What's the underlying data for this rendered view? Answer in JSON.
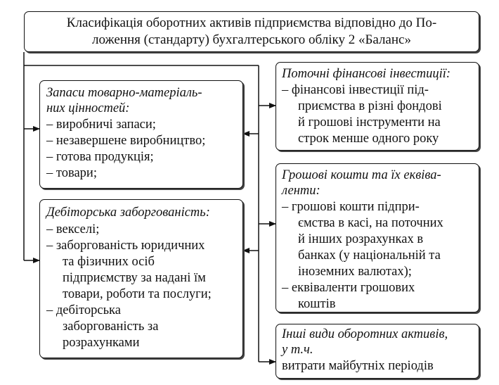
{
  "title": {
    "line1": "Класифікація оборотних активів підприємства відповідно до По-",
    "line2": "ложення (стандарту) бухгалтерського обліку 2 «Баланс»"
  },
  "boxes": {
    "inventories": {
      "heading": [
        "Запаси товарно-матеріаль-",
        "них цінностей:"
      ],
      "items": [
        "– виробничі запаси;",
        "– незавершене виробництво;",
        "– готова продукція;",
        "– товари;"
      ]
    },
    "receivables": {
      "heading": "Дебіторська заборгованість:",
      "lines": [
        "– векселі;",
        "– заборгованість юридичних",
        "та фізичних осіб",
        "підприємству за надані їм",
        "товари, роботи та послуги;",
        "– дебіторська",
        "заборгованість за",
        "розрахунками"
      ]
    },
    "investments": {
      "heading": "Поточні фінансові інвестиції:",
      "lines": [
        "– фінансові інвестиції під-",
        "приємства в різні фондові",
        "й грошові інструменти на",
        "строк менше одного року"
      ]
    },
    "cash": {
      "heading": [
        "Грошові кошти та їх еквіва-",
        "ленти:"
      ],
      "lines": [
        "– грошові кошти підпри-",
        "ємства в касі, на поточних",
        "й інших розрахунках в",
        "банках (у національній та",
        "іноземних валютах);",
        "– еквіваленти грошових",
        "коштів"
      ]
    },
    "other": {
      "heading": [
        "Інші види оборотних активів,",
        "у т.ч."
      ],
      "lines": [
        "витрати майбутніх періодів"
      ]
    }
  }
}
